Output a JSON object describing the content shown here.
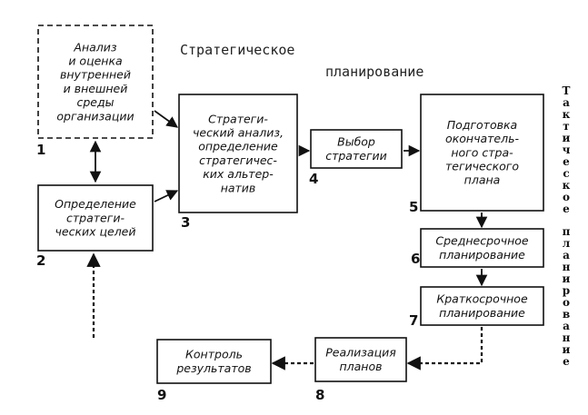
{
  "labels": {
    "strategic_line1": "Стратегическое",
    "strategic_line2": "планирование",
    "tactical_vertical": "Тактическое планирование"
  },
  "nodes": [
    {
      "id": "n1",
      "number": "1",
      "lines": [
        "Анализ",
        "и оценка",
        "внутренней",
        "и внешней",
        "среды",
        "организации"
      ]
    },
    {
      "id": "n2",
      "number": "2",
      "lines": [
        "Определение",
        "стратеги-",
        "ческих целей"
      ]
    },
    {
      "id": "n3",
      "number": "3",
      "lines": [
        "Стратеги-",
        "ческий анализ,",
        "определение",
        "стратегичес-",
        "ких альтер-",
        "натив"
      ]
    },
    {
      "id": "n4",
      "number": "4",
      "lines": [
        "Выбор",
        "стратегии"
      ]
    },
    {
      "id": "n5",
      "number": "5",
      "lines": [
        "Подготовка",
        "окончатель-",
        "ного стра-",
        "тегического",
        "плана"
      ]
    },
    {
      "id": "n6",
      "number": "6",
      "lines": [
        "Среднесрочное",
        "планирование"
      ]
    },
    {
      "id": "n7",
      "number": "7",
      "lines": [
        "Краткосрочное",
        "планирование"
      ]
    },
    {
      "id": "n8",
      "number": "8",
      "lines": [
        "Реализация",
        "планов"
      ]
    },
    {
      "id": "n9",
      "number": "9",
      "lines": [
        "Контроль",
        "результатов"
      ]
    }
  ],
  "edges": [
    {
      "from": "n1",
      "to": "n2",
      "style": "solid",
      "bidirectional": true
    },
    {
      "from": "n1",
      "to": "n3",
      "style": "solid"
    },
    {
      "from": "n2",
      "to": "n3",
      "style": "solid"
    },
    {
      "from": "n3",
      "to": "n4",
      "style": "solid"
    },
    {
      "from": "n4",
      "to": "n5",
      "style": "solid"
    },
    {
      "from": "n5",
      "to": "n6",
      "style": "solid"
    },
    {
      "from": "n6",
      "to": "n7",
      "style": "solid"
    },
    {
      "from": "n7",
      "to": "n8",
      "style": "dashed"
    },
    {
      "from": "n8",
      "to": "n9",
      "style": "dashed"
    },
    {
      "from": "n9",
      "to": "n2",
      "style": "dashed"
    }
  ]
}
